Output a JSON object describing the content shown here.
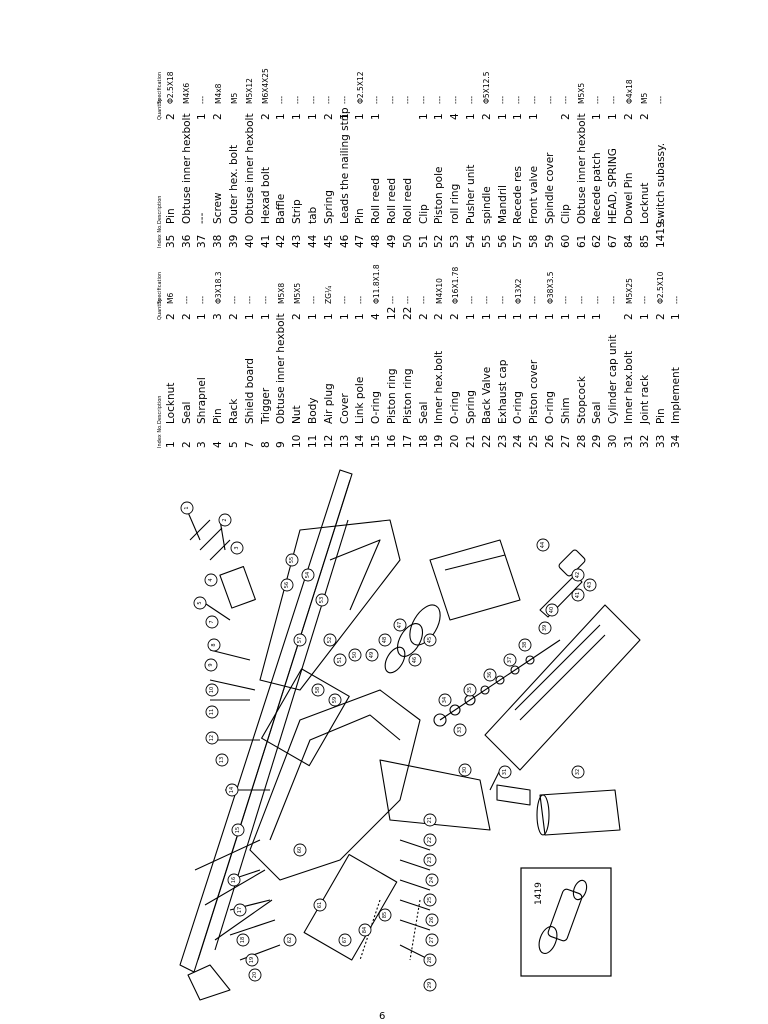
{
  "headers": {
    "no": "Index No.",
    "description": "Description",
    "quantity": "Quantity",
    "spec": "Specification"
  },
  "table_left": [
    {
      "no": "1",
      "desc": "Locknut",
      "qty": "2",
      "spec": "M6"
    },
    {
      "no": "2",
      "desc": "Seal",
      "qty": "2",
      "spec": "---"
    },
    {
      "no": "3",
      "desc": "Shrapnel",
      "qty": "1",
      "spec": "---"
    },
    {
      "no": "4",
      "desc": "Pin",
      "qty": "3",
      "spec": "Φ3X18.3"
    },
    {
      "no": "5",
      "desc": "Rack",
      "qty": "2",
      "spec": "---"
    },
    {
      "no": "7",
      "desc": "Shield board",
      "qty": "1",
      "spec": "---"
    },
    {
      "no": "8",
      "desc": "Trigger",
      "qty": "1",
      "spec": "---"
    },
    {
      "no": "9",
      "desc": "Obtuse inner hexbolt",
      "qty": "",
      "spec": "M5X8"
    },
    {
      "no": "10",
      "desc": "Nut",
      "qty": "2",
      "spec": "M5X5"
    },
    {
      "no": "11",
      "desc": "Body",
      "qty": "1",
      "spec": "---"
    },
    {
      "no": "12",
      "desc": "Air plug",
      "qty": "1",
      "spec": "ZG¼"
    },
    {
      "no": "13",
      "desc": "Cover",
      "qty": "1",
      "spec": "---"
    },
    {
      "no": "14",
      "desc": "Link pole",
      "qty": "1",
      "spec": "---"
    },
    {
      "no": "15",
      "desc": "O-ring",
      "qty": "4",
      "spec": "Φ11.8X1.8"
    },
    {
      "no": "16",
      "desc": "Piston ring",
      "qty": "12",
      "spec": "---"
    },
    {
      "no": "17",
      "desc": "Piston ring",
      "qty": "22",
      "spec": "---"
    },
    {
      "no": "18",
      "desc": "Seal",
      "qty": "2",
      "spec": "---"
    },
    {
      "no": "19",
      "desc": "Inner hex.bolt",
      "qty": "2",
      "spec": "M4X10"
    },
    {
      "no": "20",
      "desc": "O-ring",
      "qty": "2",
      "spec": "Φ16X1.78"
    },
    {
      "no": "21",
      "desc": "Spring",
      "qty": "1",
      "spec": "---"
    },
    {
      "no": "22",
      "desc": "Back Valve",
      "qty": "1",
      "spec": "---"
    },
    {
      "no": "23",
      "desc": "Exhaust cap",
      "qty": "1",
      "spec": "---"
    },
    {
      "no": "24",
      "desc": "O-ring",
      "qty": "1",
      "spec": "Φ13X2"
    },
    {
      "no": "25",
      "desc": "Piston cover",
      "qty": "1",
      "spec": "---"
    },
    {
      "no": "26",
      "desc": "O-ring",
      "qty": "1",
      "spec": "Φ38X3.5"
    },
    {
      "no": "27",
      "desc": "Shim",
      "qty": "1",
      "spec": "---"
    },
    {
      "no": "28",
      "desc": "Stopcock",
      "qty": "1",
      "spec": "---"
    },
    {
      "no": "29",
      "desc": "Seal",
      "qty": "1",
      "spec": "---"
    },
    {
      "no": "30",
      "desc": "Cylinder cap unit",
      "qty": "",
      "spec": "---"
    },
    {
      "no": "31",
      "desc": "Inner hex.bolt",
      "qty": "2",
      "spec": "M5X25"
    },
    {
      "no": "32",
      "desc": "Joint rack",
      "qty": "1",
      "spec": "---"
    },
    {
      "no": "33",
      "desc": "Pin",
      "qty": "2",
      "spec": "Φ2.5X10"
    },
    {
      "no": "34",
      "desc": "Implement",
      "qty": "1",
      "spec": "---"
    }
  ],
  "table_right": [
    {
      "no": "35",
      "desc": "Pin",
      "qty": "2",
      "spec": "Φ2.5X18"
    },
    {
      "no": "36",
      "desc": "Obtuse inner hexbolt",
      "qty": "",
      "spec": "M4X6"
    },
    {
      "no": "37",
      "desc": "---",
      "qty": "1",
      "spec": "---"
    },
    {
      "no": "38",
      "desc": "Screw",
      "qty": "2",
      "spec": "M4x8"
    },
    {
      "no": "39",
      "desc": "Outer hex. bolt",
      "qty": "",
      "spec": "M5"
    },
    {
      "no": "40",
      "desc": "Obtuse inner hexbolt",
      "qty": "",
      "spec": "M5X12"
    },
    {
      "no": "41",
      "desc": "Hexad bolt",
      "qty": "2",
      "spec": "M6X4X25"
    },
    {
      "no": "42",
      "desc": "Baffle",
      "qty": "1",
      "spec": "---"
    },
    {
      "no": "43",
      "desc": "Strip",
      "qty": "1",
      "spec": "---"
    },
    {
      "no": "44",
      "desc": "tab",
      "qty": "1",
      "spec": "---"
    },
    {
      "no": "45",
      "desc": "Spring",
      "qty": "2",
      "spec": "---"
    },
    {
      "no": "46",
      "desc": "Leads the nailing strip",
      "qty": "1",
      "spec": "---"
    },
    {
      "no": "47",
      "desc": "Pin",
      "qty": "1",
      "spec": "Φ2.5X12"
    },
    {
      "no": "48",
      "desc": "Roll reed",
      "qty": "1",
      "spec": "---"
    },
    {
      "no": "49",
      "desc": "Roll reed",
      "qty": "",
      "spec": "---"
    },
    {
      "no": "50",
      "desc": "Roll reed",
      "qty": "",
      "spec": "---"
    },
    {
      "no": "51",
      "desc": "Clip",
      "qty": "1",
      "spec": "---"
    },
    {
      "no": "52",
      "desc": "Piston pole",
      "qty": "1",
      "spec": "---"
    },
    {
      "no": "53",
      "desc": "roll ring",
      "qty": "4",
      "spec": "---"
    },
    {
      "no": "54",
      "desc": "Pusher unit",
      "qty": "1",
      "spec": "---"
    },
    {
      "no": "55",
      "desc": "spindle",
      "qty": "2",
      "spec": "Φ5X12.5"
    },
    {
      "no": "56",
      "desc": "Mandril",
      "qty": "1",
      "spec": "---"
    },
    {
      "no": "57",
      "desc": "Recede res",
      "qty": "1",
      "spec": "---"
    },
    {
      "no": "58",
      "desc": "Front valve",
      "qty": "1",
      "spec": "---"
    },
    {
      "no": "59",
      "desc": "Spindle cover",
      "qty": "",
      "spec": "---"
    },
    {
      "no": "60",
      "desc": "Clip",
      "qty": "2",
      "spec": "---"
    },
    {
      "no": "61",
      "desc": "Obtuse inner hexbolt",
      "qty": "",
      "spec": "M5X5"
    },
    {
      "no": "62",
      "desc": "Recede patch",
      "qty": "1",
      "spec": "---"
    },
    {
      "no": "67",
      "desc": "HEAD, SPRING",
      "qty": "1",
      "spec": "---"
    },
    {
      "no": "84",
      "desc": "Dowel Pin",
      "qty": "2",
      "spec": "Φ4x18"
    },
    {
      "no": "85",
      "desc": "Locknut",
      "qty": "2",
      "spec": "M5"
    },
    {
      "no": "1419",
      "desc": "switch subassy.",
      "qty": "",
      "spec": "---"
    }
  ],
  "inset_label": "1419",
  "page_number": "6",
  "callouts": [
    "1",
    "2",
    "3",
    "4",
    "5",
    "7",
    "8",
    "9",
    "10",
    "11",
    "12",
    "13",
    "14",
    "15",
    "16",
    "17",
    "18",
    "19",
    "20",
    "21",
    "22",
    "23",
    "24",
    "25",
    "26",
    "27",
    "28",
    "29",
    "30",
    "31",
    "32",
    "33",
    "34",
    "35",
    "36",
    "37",
    "38",
    "39",
    "40",
    "41",
    "42",
    "43",
    "44",
    "45",
    "46",
    "47",
    "48",
    "49",
    "50",
    "51",
    "52",
    "53",
    "54",
    "55",
    "56",
    "57",
    "58",
    "59",
    "60",
    "61",
    "62",
    "67",
    "84",
    "85"
  ]
}
